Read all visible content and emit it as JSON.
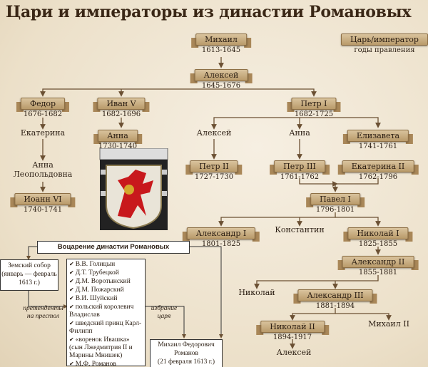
{
  "title": "Цари и императоры из династии Романовых",
  "legend": {
    "name": "Царь/император",
    "years": "годы правления"
  },
  "rulers": {
    "mikhail": {
      "name": "Михаил",
      "years": "1613-1645"
    },
    "aleksei": {
      "name": "Алексей",
      "years": "1645-1676"
    },
    "fedor": {
      "name": "Федор",
      "years": "1676-1682"
    },
    "ivan5": {
      "name": "Иван V",
      "years": "1682-1696"
    },
    "petr1": {
      "name": "Петр I",
      "years": "1682-1725"
    },
    "anna": {
      "name": "Анна",
      "years": "1730-1740"
    },
    "elizaveta": {
      "name": "Елизавета",
      "years": "1741-1761"
    },
    "petr2": {
      "name": "Петр II",
      "years": "1727-1730"
    },
    "petr3": {
      "name": "Петр III",
      "years": "1761-1762"
    },
    "ekaterina2": {
      "name": "Екатерина II",
      "years": "1762-1796"
    },
    "ioann6": {
      "name": "Иоанн VI",
      "years": "1740-1741"
    },
    "pavel1": {
      "name": "Павел I",
      "years": "1796-1801"
    },
    "aleksandr1": {
      "name": "Александр I",
      "years": "1801-1825"
    },
    "nikolai1": {
      "name": "Николай I",
      "years": "1825-1855"
    },
    "aleksandr2": {
      "name": "Александр II",
      "years": "1855-1881"
    },
    "aleksandr3": {
      "name": "Александр III",
      "years": "1881-1894"
    },
    "nikolai2": {
      "name": "Николай II",
      "years": "1894-1917"
    }
  },
  "relatives": {
    "ekaterina": "Екатерина",
    "anna_leop_1": "Анна",
    "anna_leop_2": "Леопольдовна",
    "aleksei_petr": "Алексей",
    "anna_petr": "Анна",
    "konstantin": "Константин",
    "nikolai": "Николай",
    "mikhail2": "Михаил II",
    "aleksei_n2": "Алексей"
  },
  "scheme": {
    "title": "Воцарение династии Романовых",
    "sobor": [
      "Земский собор",
      "(январь — февраль",
      "1613 г.)"
    ],
    "candidates_label": [
      "претенденты",
      "на престол"
    ],
    "candidates": [
      "В.В. Голицын",
      "Д.Т. Трубецкой",
      "Д.М. Воротынский",
      "Д.М. Пожарский",
      "В.И. Шуйский",
      "польский королевич Владислав",
      "шведский принц Карл-Филипп",
      "«воренок Ивашка» (сын Лжедмитрия II и Марины Мнишек)",
      "М.Ф. Романов"
    ],
    "election_label": [
      "избрание",
      "царя"
    ],
    "result": [
      "Михаил Федорович",
      "Романов",
      "(21 февраля 1613 г.)"
    ]
  },
  "colors": {
    "ribbon": "#c8ad80",
    "background": "#efe4d0",
    "arms_shield": "#1a1a1a",
    "arms_griffin": "#c8181c"
  }
}
